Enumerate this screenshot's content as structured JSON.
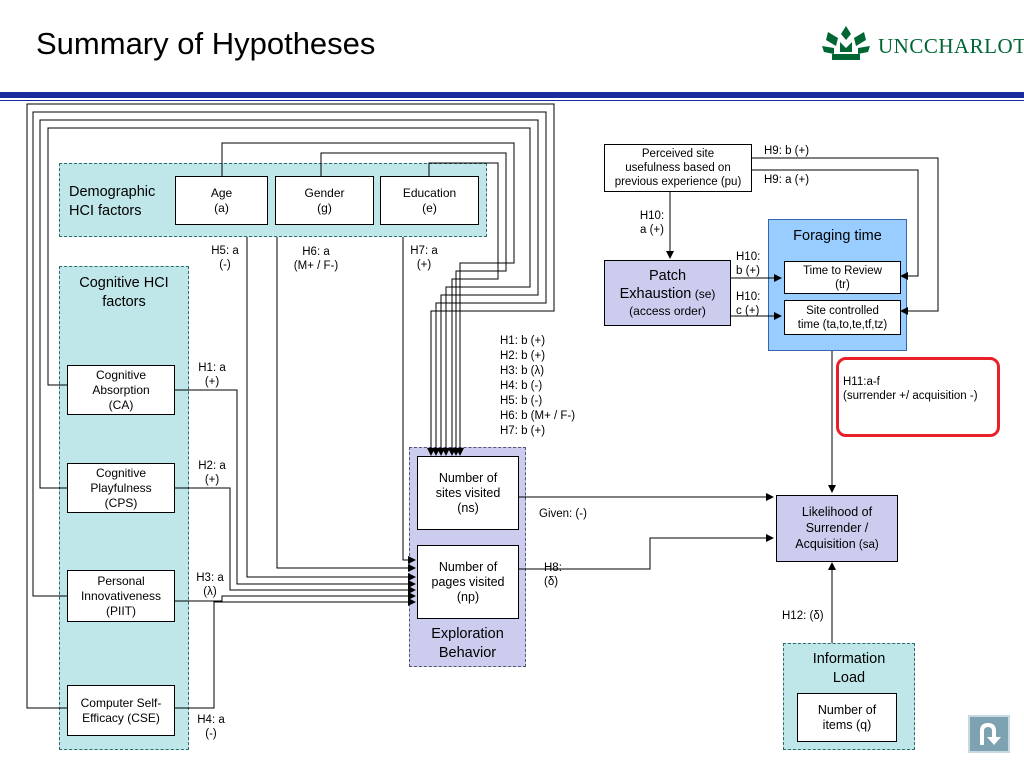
{
  "slide_title": "Summary of Hypotheses",
  "logo": {
    "text": "UNCCHARLOTTE",
    "icon": "crown-logo-icon",
    "color": "#006633"
  },
  "groups": {
    "demographic": "Demographic\nHCI factors",
    "cognitive": "Cognitive HCI\nfactors",
    "foraging": "Foraging time",
    "exploration": "Exploration\nBehavior",
    "information": "Information\nLoad"
  },
  "boxes": {
    "age": "Age\n(a)",
    "gender": "Gender\n(g)",
    "education": "Education\n(e)",
    "ca": "Cognitive\nAbsorption\n(CA)",
    "cps": "Cognitive\nPlayfulness\n(CPS)",
    "piit": "Personal\nInnovativeness\n(PIIT)",
    "cse": "Computer Self-\nEfficacy (CSE)",
    "ns": "Number of\nsites visited\n(ns)",
    "np": "Number of\npages visited\n(np)",
    "pu": "Perceived site\nusefulness based on\nprevious experience (pu)",
    "patch_main": "Patch\nExhaustion",
    "patch_se": " (se)",
    "patch_sub": "(access order)",
    "tr": "Time to Review\n(tr)",
    "site_controlled": "Site controlled\ntime (ta,to,te,tf,tz)",
    "sa_main": "Likelihood of\nSurrender /\nAcquisition",
    "sa_abbr": " (sa)",
    "items": "Number of\nitems (q)"
  },
  "labels": {
    "h5a": "H5: a\n(-)",
    "h6a": "H6: a\n(M+ / F-)",
    "h7a": "H7: a\n(+)",
    "h1a": "H1: a\n(+)",
    "h2a": "H2: a\n(+)",
    "h3a": "H3: a\n(λ)",
    "h4a": "H4: a\n(-)",
    "hb_list": "H1: b  (+)\nH2: b  (+)\nH3: b  (λ)\nH4: b  (-)\nH5: b  (-)\nH6: b  (M+ / F-)\nH7: b  (+)",
    "h9b": "H9: b (+)",
    "h9a": "H9: a (+)",
    "h10a": "H10:\na (+)",
    "h10b": "H10:\nb (+)",
    "h10c": "H10:\nc (+)",
    "h11": "H11:a-f\n(surrender +/ acquisition -)",
    "given": "Given: (-)",
    "h8": "H8:\n(δ)",
    "h12": "H12: (δ)"
  },
  "nav": {
    "back_icon": "u-turn-back-icon"
  },
  "colors": {
    "teal_panel": "#bfe6e8",
    "lavender_panel": "#ccccee",
    "blue_panel": "#99ccff",
    "title_rule": "#1a2a9e",
    "highlight": "#e8202a"
  }
}
